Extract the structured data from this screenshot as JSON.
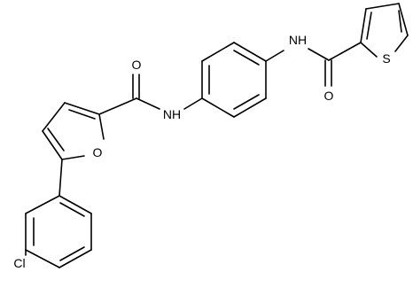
{
  "molecule": {
    "atoms": {
      "cl": "Cl",
      "o_furan": "O",
      "o_amide1": "O",
      "nh_amide1": "NH",
      "nh_amide2": "NH",
      "o_amide2": "O",
      "s_thiophene": "S"
    },
    "colors": {
      "bond": "#000000",
      "label": "#000000",
      "background": "#ffffff"
    }
  }
}
